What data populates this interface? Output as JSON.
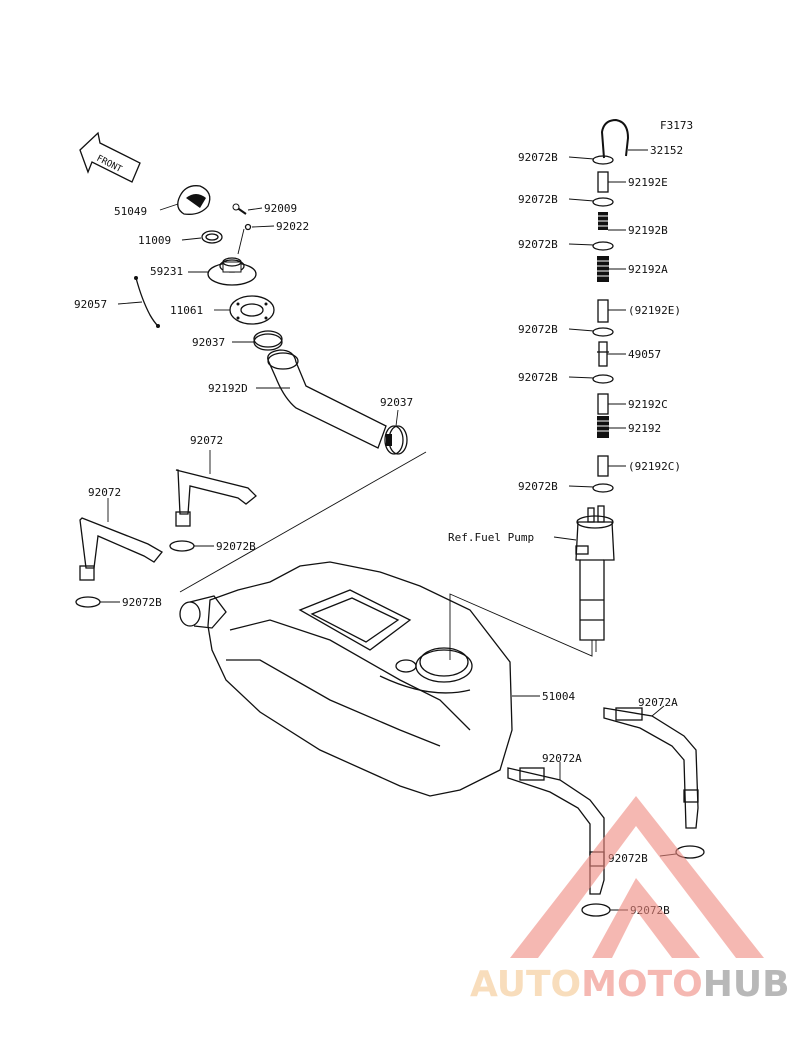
{
  "figure_code": "F3173",
  "front_label": "FRONT",
  "parts": {
    "p32152": "32152",
    "p92192E": "92192E",
    "p92192B": "92192B",
    "p92192A": "92192A",
    "p92192E_ref": "(92192E)",
    "p49057": "49057",
    "p92192C": "92192C",
    "p92192": "92192",
    "p92192C_ref": "(92192C)",
    "p92072B": "92072B",
    "fuel_pump_ref": "Ref.Fuel Pump",
    "p51049": "51049",
    "p92009": "92009",
    "p11009": "11009",
    "p92022": "92022",
    "p59231": "59231",
    "p92057": "92057",
    "p11061": "11061",
    "p92037": "92037",
    "p92192D": "92192D",
    "p92072": "92072",
    "p51004": "51004",
    "p92072A": "92072A"
  },
  "watermark": {
    "part1": "AUTO",
    "part2": "MOTO",
    "part3": "HUB",
    "color_primary": "#f08a80",
    "color_secondary": "#f5c890",
    "color_tertiary": "#8a8a8a"
  }
}
